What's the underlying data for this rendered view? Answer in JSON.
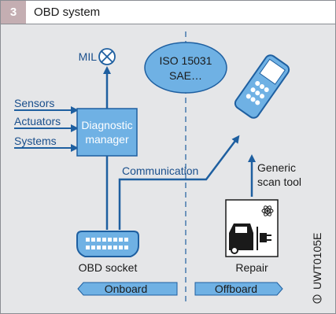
{
  "figure": {
    "number": "3",
    "title": "OBD system"
  },
  "labels": {
    "mil": "MIL",
    "iso_line1": "ISO 15031",
    "iso_line2": "SAE…",
    "sensors": "Sensors",
    "actuators": "Actuators",
    "systems": "Systems",
    "diag_line1": "Diagnostic",
    "diag_line2": "manager",
    "communication": "Communication",
    "scan_line1": "Generic",
    "scan_line2": "scan tool",
    "obd_socket": "OBD socket",
    "repair": "Repair",
    "onboard": "Onboard",
    "offboard": "Offboard",
    "code": "UWT0105E"
  },
  "colors": {
    "background": "#e5e6e8",
    "line_blue": "#1e5fa0",
    "fill_blue": "#6fb1e4",
    "text_blue": "#1a4f8c",
    "figure_tab": "#c4aeb2"
  },
  "icons": [
    "lamp-icon",
    "scan-tool-icon",
    "obd-socket-icon",
    "repair-shop-icon",
    "copyright-icon"
  ]
}
